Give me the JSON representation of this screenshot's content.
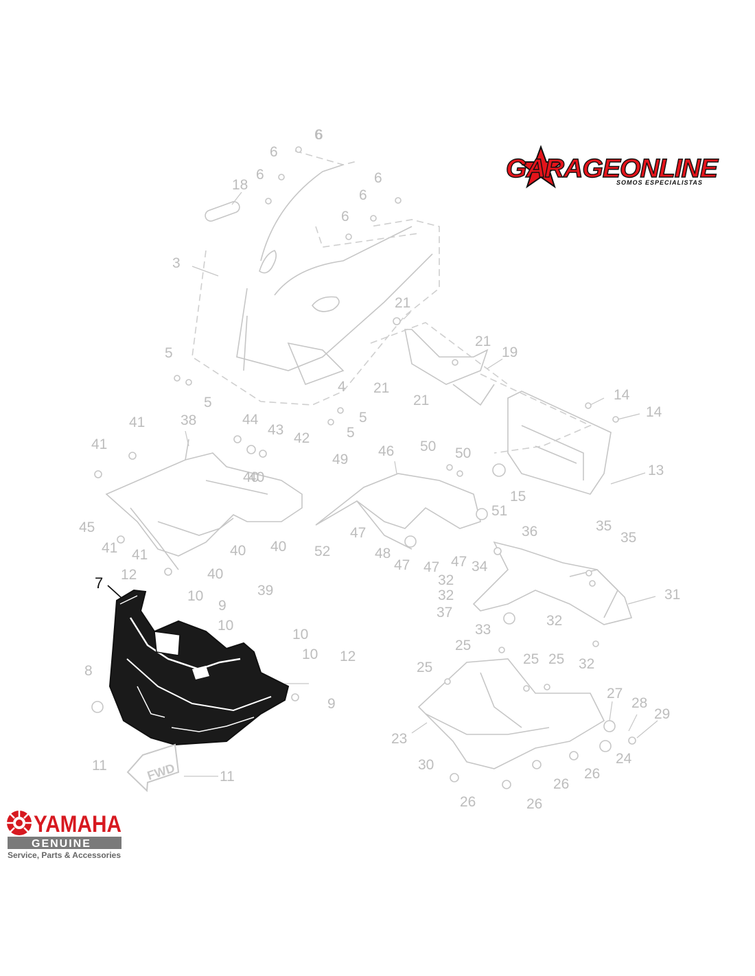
{
  "brand": {
    "name": "GARAGEONLINE",
    "tagline": "SOMOS ESPECIALISTAS"
  },
  "yamaha": {
    "name": "YAMAHA",
    "genuine": "GENUINE",
    "subtitle": "Service, Parts & Accessories"
  },
  "direction_marker": "FWD",
  "highlighted_part": "7",
  "callouts": [
    "6",
    "6",
    "6",
    "6",
    "6",
    "6",
    "6",
    "18",
    "3",
    "21",
    "21",
    "21",
    "21",
    "19",
    "5",
    "5",
    "5",
    "5",
    "4",
    "14",
    "14",
    "13",
    "15",
    "41",
    "41",
    "41",
    "41",
    "38",
    "44",
    "43",
    "42",
    "40",
    "40",
    "40",
    "40",
    "40",
    "45",
    "39",
    "49",
    "46",
    "50",
    "50",
    "47",
    "47",
    "47",
    "47",
    "48",
    "52",
    "51",
    "36",
    "35",
    "35",
    "34",
    "32",
    "32",
    "32",
    "32",
    "31",
    "37",
    "33",
    "12",
    "12",
    "10",
    "10",
    "10",
    "10",
    "9",
    "9",
    "8",
    "11",
    "11",
    "25",
    "25",
    "25",
    "25",
    "23",
    "27",
    "28",
    "29",
    "24",
    "30",
    "26",
    "26",
    "26",
    "26"
  ],
  "colors": {
    "highlight_part": "#111111",
    "faded_lines": "#c6c6c6",
    "faded_labels": "#bdbdbd",
    "brand_red": "#e4141b",
    "yamaha_red": "#d71920",
    "genuine_bar": "#7a7a7a"
  }
}
